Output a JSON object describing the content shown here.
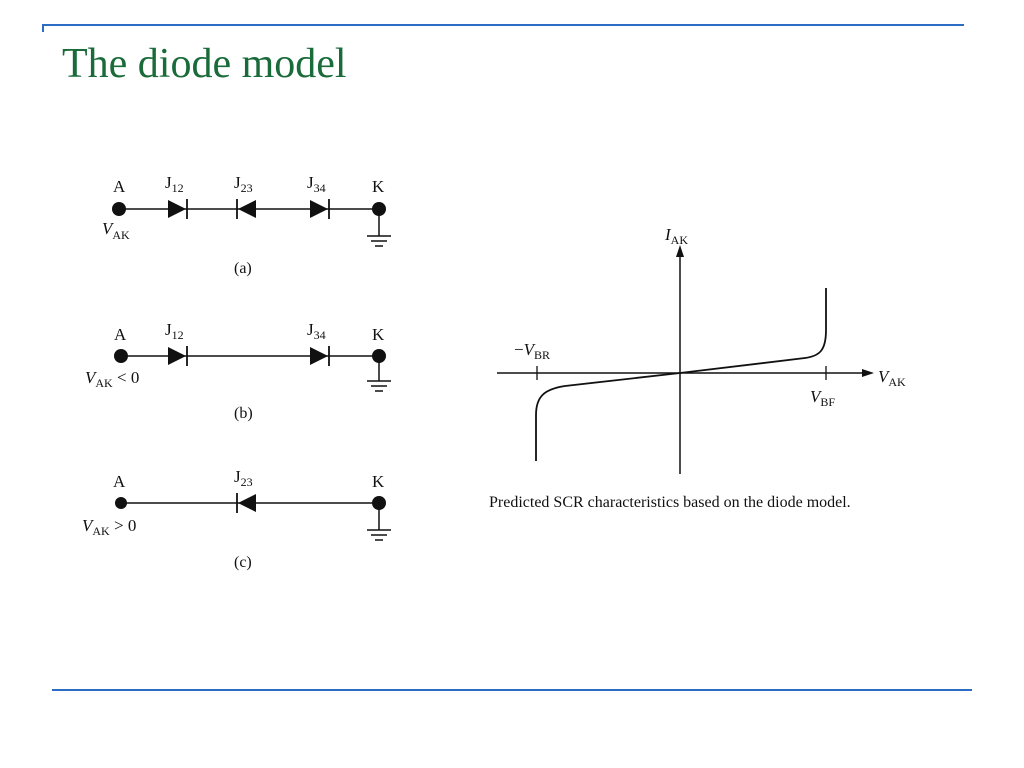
{
  "slide": {
    "title": "The diode model",
    "accent_color": "#1a6b3a",
    "rule_color": "#2b6cc4"
  },
  "circuit": {
    "node_a": "A",
    "node_k": "K",
    "v_symbol": "V",
    "v_subscript": "AK",
    "j12": {
      "letter": "J",
      "sub": "12"
    },
    "j23": {
      "letter": "J",
      "sub": "23"
    },
    "j34": {
      "letter": "J",
      "sub": "34"
    },
    "cond_b": " < 0",
    "cond_c": " > 0",
    "label_a": "(a)",
    "label_b": "(b)",
    "label_c": "(c)"
  },
  "graph": {
    "y_symbol": "I",
    "y_sub": "AK",
    "x_symbol": "V",
    "x_sub": "AK",
    "neg_prefix": "−",
    "vbr_symbol": "V",
    "vbr_sub": "BR",
    "vbf_symbol": "V",
    "vbf_sub": "BF",
    "caption": "Predicted SCR characteristics based on the diode model."
  }
}
